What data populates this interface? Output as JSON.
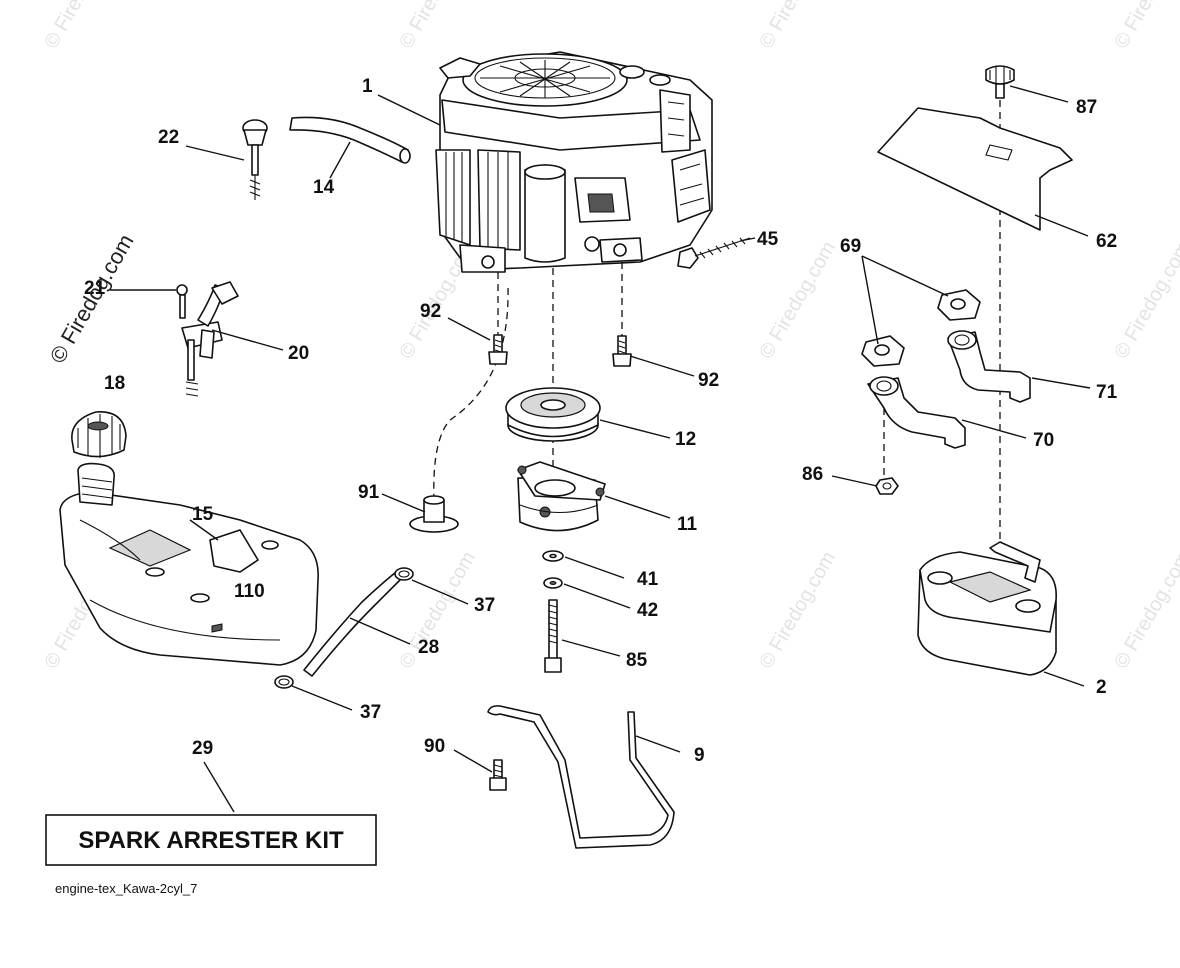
{
  "watermark": "© Firedog.com",
  "caption": "engine-tex_Kawa-2cyl_7",
  "kit_label": "SPARK ARRESTER KIT",
  "callouts": {
    "c1": "1",
    "c2": "2",
    "c9": "9",
    "c11": "11",
    "c12": "12",
    "c14": "14",
    "c15": "15",
    "c18": "18",
    "c20": "20",
    "c21": "21",
    "c22": "22",
    "c28": "28",
    "c29": "29",
    "c37a": "37",
    "c37b": "37",
    "c41": "41",
    "c42": "42",
    "c45": "45",
    "c62": "62",
    "c69": "69",
    "c70": "70",
    "c71": "71",
    "c85": "85",
    "c86": "86",
    "c87": "87",
    "c90": "90",
    "c91": "91",
    "c92a": "92",
    "c92b": "92",
    "c110": "110"
  }
}
